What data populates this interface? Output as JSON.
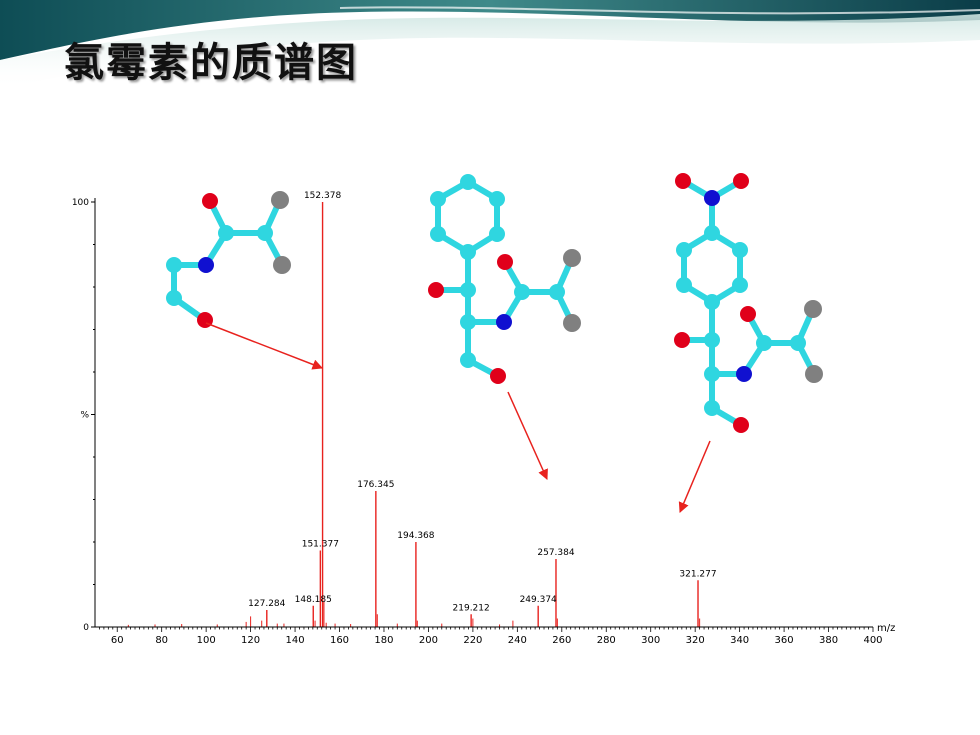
{
  "slide": {
    "title": "氯霉素的质谱图"
  },
  "colors": {
    "peak": "#e8221e",
    "axis": "#000000",
    "carbon": "#2fd6e0",
    "oxygen": "#e0001a",
    "nitrogen": "#1010d0",
    "chlorine": "#808080",
    "arrow": "#e8221e"
  },
  "chart_data": {
    "type": "bar",
    "title": "",
    "xlabel": "m/z",
    "ylabel": "%",
    "xlim": [
      50,
      400
    ],
    "ylim": [
      0,
      100
    ],
    "x_ticks": [
      "60",
      "80",
      "100",
      "120",
      "140",
      "160",
      "180",
      "200",
      "220",
      "240",
      "260",
      "280",
      "300",
      "320",
      "340",
      "360",
      "380",
      "400"
    ],
    "y_ticks": [
      "0",
      "%",
      "100"
    ],
    "labeled_peaks": [
      {
        "mz": 127.284,
        "label": "127.284",
        "intensity": 4
      },
      {
        "mz": 148.185,
        "label": "148.185",
        "intensity": 5
      },
      {
        "mz": 151.377,
        "label": "151.377",
        "intensity": 18
      },
      {
        "mz": 152.378,
        "label": "152.378",
        "intensity": 100
      },
      {
        "mz": 176.345,
        "label": "176.345",
        "intensity": 32
      },
      {
        "mz": 194.368,
        "label": "194.368",
        "intensity": 20
      },
      {
        "mz": 219.212,
        "label": "219.212",
        "intensity": 3
      },
      {
        "mz": 249.374,
        "label": "249.374",
        "intensity": 5
      },
      {
        "mz": 257.384,
        "label": "257.384",
        "intensity": 16
      },
      {
        "mz": 321.277,
        "label": "321.277",
        "intensity": 11
      }
    ],
    "minor_peaks": [
      {
        "mz": 65,
        "intensity": 0.5
      },
      {
        "mz": 77,
        "intensity": 0.6
      },
      {
        "mz": 89,
        "intensity": 0.7
      },
      {
        "mz": 105,
        "intensity": 0.6
      },
      {
        "mz": 118,
        "intensity": 1.2
      },
      {
        "mz": 120,
        "intensity": 2.5
      },
      {
        "mz": 125,
        "intensity": 1.5
      },
      {
        "mz": 132,
        "intensity": 0.8
      },
      {
        "mz": 135,
        "intensity": 0.8
      },
      {
        "mz": 149,
        "intensity": 1.5
      },
      {
        "mz": 153,
        "intensity": 6
      },
      {
        "mz": 154,
        "intensity": 1
      },
      {
        "mz": 158,
        "intensity": 0.8
      },
      {
        "mz": 165,
        "intensity": 0.7
      },
      {
        "mz": 177,
        "intensity": 3
      },
      {
        "mz": 186,
        "intensity": 0.8
      },
      {
        "mz": 195,
        "intensity": 1.5
      },
      {
        "mz": 206,
        "intensity": 0.8
      },
      {
        "mz": 220,
        "intensity": 2
      },
      {
        "mz": 232,
        "intensity": 0.6
      },
      {
        "mz": 238,
        "intensity": 1.5
      },
      {
        "mz": 258,
        "intensity": 2
      },
      {
        "mz": 322,
        "intensity": 2
      }
    ],
    "grid": false
  }
}
